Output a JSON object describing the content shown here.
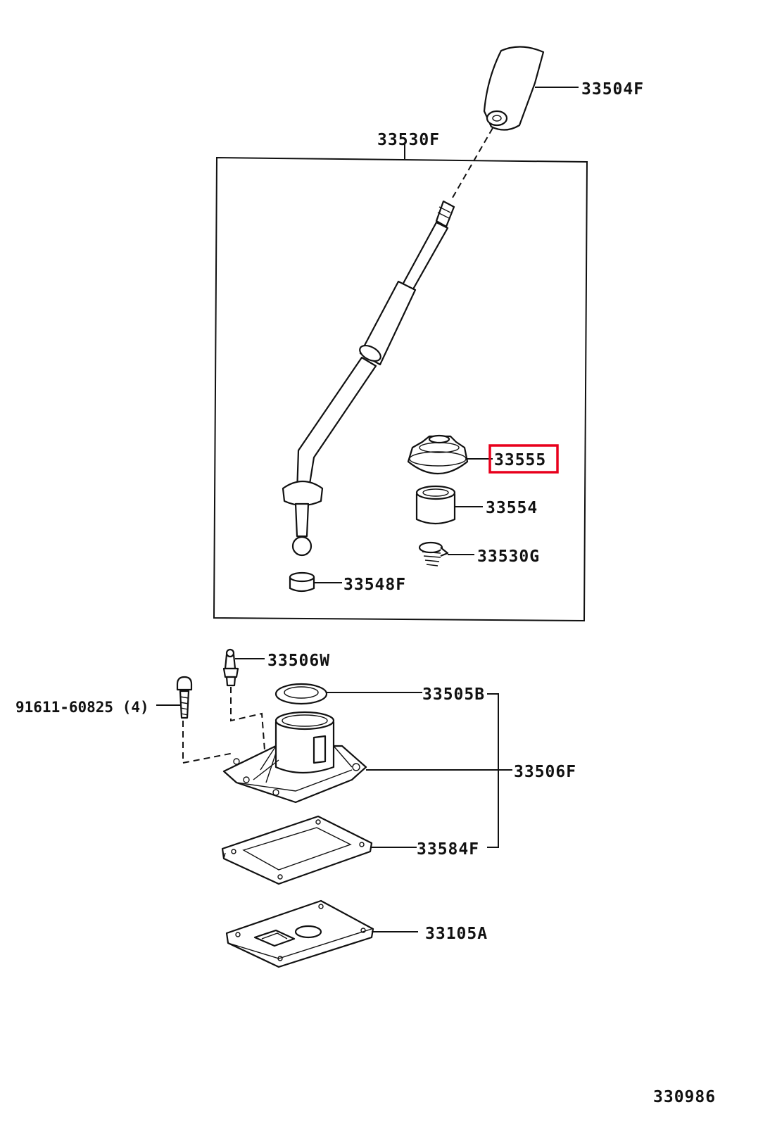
{
  "labels": {
    "shift_knob": "33504F",
    "shift_lever_assy": "33530F",
    "highlighted_part": "33555",
    "bushing": "33554",
    "spring": "33530G",
    "seat": "33548F",
    "breather_plug": "33506W",
    "bolt": "91611-60825 (4)",
    "retainer_ring": "33505B",
    "lever_retainer": "33506F",
    "gasket": "33584F",
    "cover_plate": "33105A",
    "diagram_number": "330986"
  },
  "colors": {
    "highlight": "#e8001c",
    "ink": "#111111",
    "background": "#ffffff"
  }
}
